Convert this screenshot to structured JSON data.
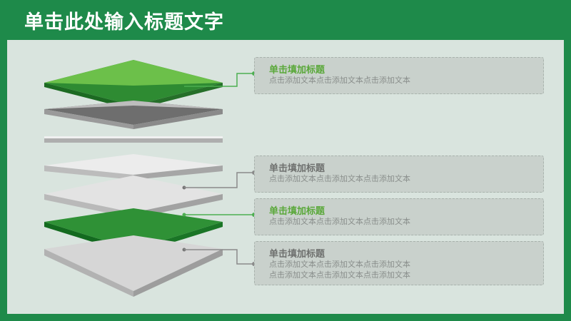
{
  "header": {
    "title": "单击此处输入标题文字"
  },
  "colors": {
    "brand_green": "#1e8a4a",
    "accent_green": "#5aa83a",
    "panel_bg": "#d9e4de",
    "box_bg": "#c9d1cc",
    "gray_text": "#6f716f"
  },
  "items": [
    {
      "title": "单击填加标题",
      "lines": [
        "点击添加文本点击添加文本点击添加文本"
      ]
    },
    {
      "title": "单击填加标题",
      "lines": [
        "点击添加文本点击添加文本点击添加文本"
      ]
    },
    {
      "title": "单击填加标题",
      "lines": [
        "点击添加文本点击添加文本点击添加文本"
      ]
    },
    {
      "title": "单击填加标题",
      "lines": [
        "点击添加文本点击添加文本点击添加文本",
        "点击添加文本点击添加文本点击添加文本"
      ]
    }
  ]
}
